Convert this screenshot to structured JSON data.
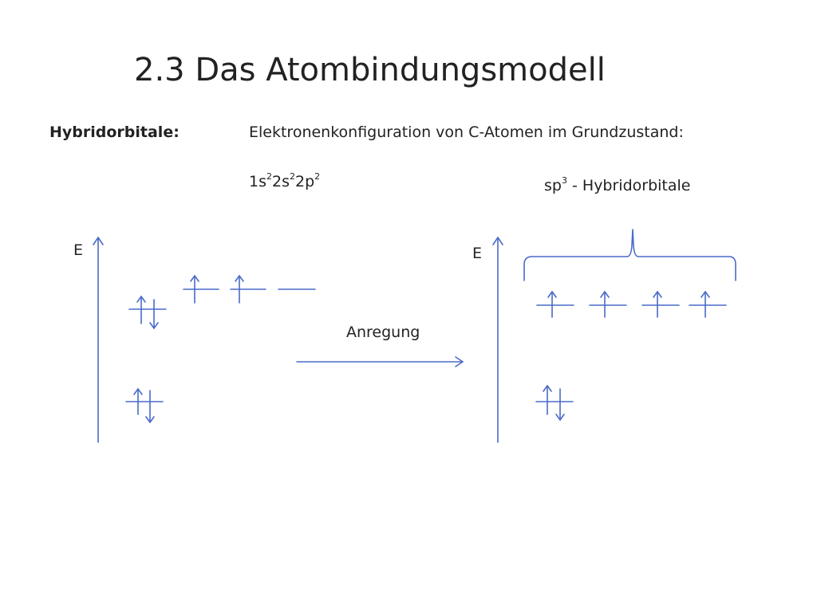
{
  "slide": {
    "title": "2.3 Das Atombindungsmodell",
    "section_label": "Hybridorbitale:",
    "config_heading": "Elektronenkonfiguration von C-Atomen im Grundzustand:",
    "config_formula": {
      "p1": "1s",
      "s1": "2",
      "p2": "2s",
      "s2": "2",
      "p3": "2p",
      "s3": "2"
    },
    "hybrid_label": {
      "p1": "sp",
      "s1": "3",
      "p2": " - Hybridorbitale"
    }
  },
  "diagram": {
    "energy_label_left": "E",
    "energy_label_right": "E",
    "excitation_label": "Anregung",
    "line_color": "#4a6bc8",
    "ground_state": {
      "1s": "paired",
      "2s": "paired",
      "2p": [
        "up",
        "up",
        "empty"
      ]
    },
    "excited_state": {
      "1s": "paired",
      "sp3": [
        "up",
        "up",
        "up",
        "up"
      ]
    }
  },
  "colors": {
    "text": "#222222",
    "diagram_lines": "#4a6bc8",
    "background": "#ffffff"
  }
}
